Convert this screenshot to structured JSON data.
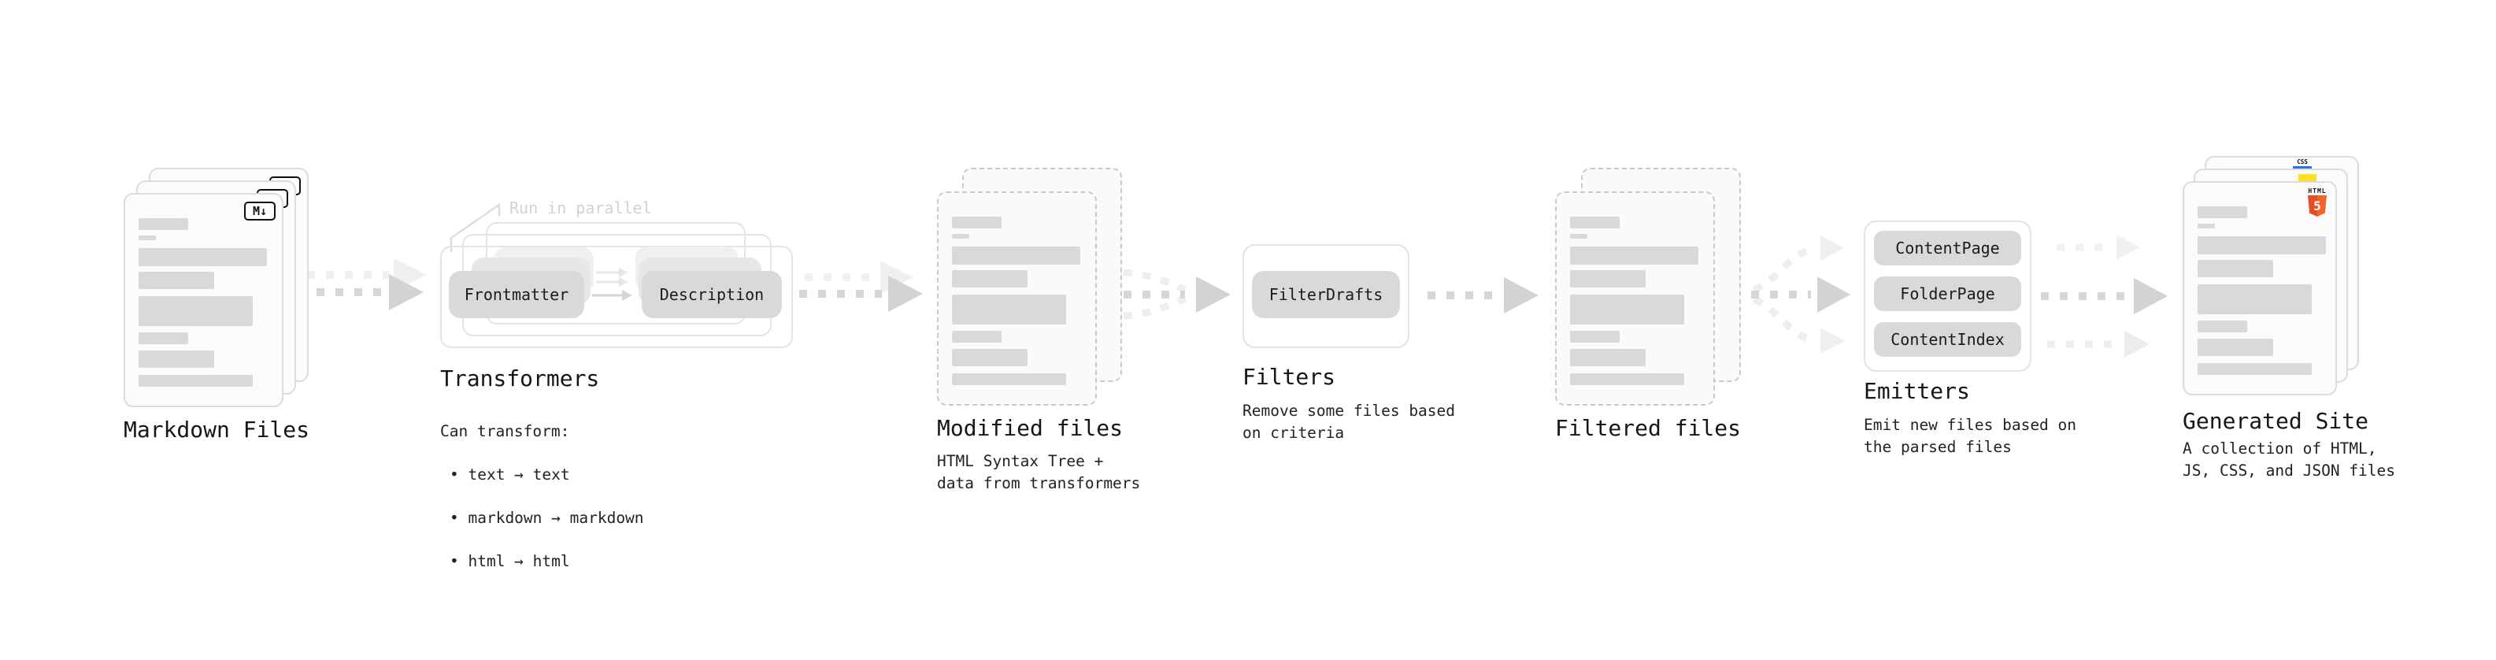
{
  "nodes": {
    "markdown_files": {
      "title": "Markdown Files",
      "badge": "M↓"
    },
    "transformers": {
      "title": "Transformers",
      "annotation": "Run in parallel",
      "button_a": "Frontmatter",
      "button_b": "Description",
      "subtitle": "Can transform:",
      "bullets": [
        "• text → text",
        "• markdown → markdown",
        "• html → html"
      ]
    },
    "modified_files": {
      "title": "Modified files",
      "subtitle": "HTML Syntax Tree +\ndata from transformers"
    },
    "filters": {
      "title": "Filters",
      "button": "FilterDrafts",
      "subtitle": "Remove some files based\non criteria"
    },
    "filtered_files": {
      "title": "Filtered files"
    },
    "emitters": {
      "title": "Emitters",
      "buttons": [
        "ContentPage",
        "FolderPage",
        "ContentIndex"
      ],
      "subtitle": "Emit new files based on\nthe parsed files"
    },
    "generated_site": {
      "title": "Generated Site",
      "subtitle": "A collection of HTML,\nJS, CSS, and JSON files",
      "badge_css": "CSS",
      "badge_html_label": "HTML",
      "badge_html_number": "5"
    }
  },
  "colors": {
    "html5_orange": "#e44d26",
    "html5_orange_light": "#f16529",
    "js_yellow": "#ffdf1e",
    "css_blue": "#2d6ff2",
    "button_gray": "#d9d9d9",
    "doc_border": "#dcdcdc",
    "bar_gray": "#d9d9d9",
    "arrow_dark": "#d6d6d6",
    "arrow_light": "#efefef"
  }
}
